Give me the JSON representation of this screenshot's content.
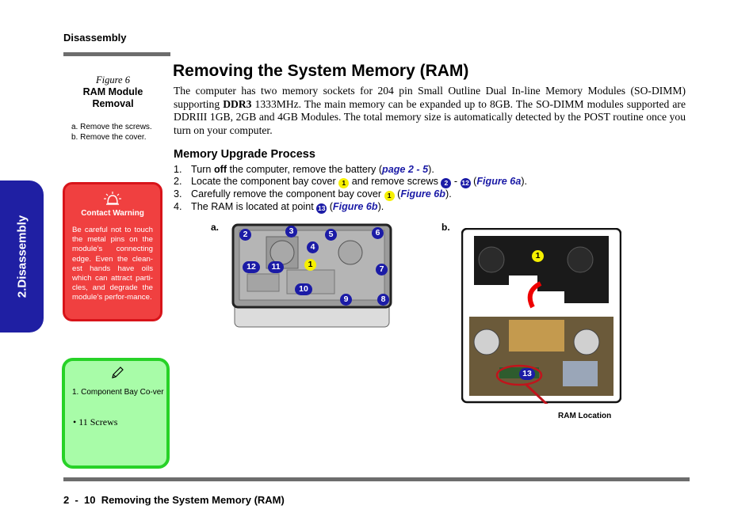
{
  "header": {
    "section": "Disassembly"
  },
  "side_tab": {
    "label": "2.Disassembly"
  },
  "figure": {
    "number": "Figure 6",
    "title_line1": "RAM Module",
    "title_line2": "Removal",
    "notes": [
      "a. Remove the screws.",
      "b. Remove the cover."
    ]
  },
  "warning": {
    "title": "Contact Warning",
    "text": "Be careful not to touch the metal pins on the module’s connecting edge. Even the clean-est hands have oils which can attract parti-cles, and degrade the module’s perfor-mance."
  },
  "note": {
    "item1": "1.  Component Bay Co-ver",
    "item2": "•   11 Screws"
  },
  "main": {
    "title": "Removing the System Memory (RAM)",
    "intro_pre": "The computer has two memory sockets for 204 pin Small Outline Dual In-line Memory Modules (SO-DIMM) supporting ",
    "intro_bold": "DDR3",
    "intro_post": " 1333MHz. The main memory can be expanded up to 8GB. The SO-DIMM modules supported are DDRIII 1GB, 2GB and 4GB Modules. The total memory size is automatically detected by the POST routine once you turn on your computer.",
    "subtitle": "Memory Upgrade Process",
    "steps": {
      "s1": {
        "num": "1.",
        "pre": "Turn ",
        "bold": "off",
        "mid": " the computer, remove the battery (",
        "link": "page 2 - 5",
        "post": ")."
      },
      "s2": {
        "num": "2.",
        "pre": "Locate the component bay cover ",
        "b1": "1",
        "mid": " and remove screws ",
        "b2": "2",
        "dash": " - ",
        "b3": "12",
        "open": " (",
        "link": "Figure 6a",
        "post": ")."
      },
      "s3": {
        "num": "3.",
        "pre": "Carefully remove the component bay cover ",
        "b1": "1",
        "open": " (",
        "link": "Figure 6b",
        "post": ")."
      },
      "s4": {
        "num": "4.",
        "pre": "The RAM is located at point ",
        "b1": "13",
        "open": " (",
        "link": "Figure 6b",
        "post": ")."
      }
    }
  },
  "figure_a": {
    "label": "a.",
    "callouts": {
      "c1": "1",
      "c2": "2",
      "c3": "3",
      "c4": "4",
      "c5": "5",
      "c6": "6",
      "c7": "7",
      "c8": "8",
      "c9": "9",
      "c10": "10",
      "c11": "11",
      "c12": "12"
    }
  },
  "figure_b": {
    "label": "b.",
    "callouts": {
      "c1": "1",
      "c13": "13"
    },
    "ram_location_label": "RAM Location"
  },
  "footer": {
    "text": "2  -  10  Removing the System Memory (RAM)"
  },
  "colors": {
    "side_tab": "#1f1fa3",
    "warning_bg": "#f04040",
    "note_bg": "#a8fca8",
    "link": "#1a1aa6",
    "callout_blue": "#1b1ba6",
    "callout_yellow": "#f6f000",
    "rule": "#6d6d6d"
  }
}
